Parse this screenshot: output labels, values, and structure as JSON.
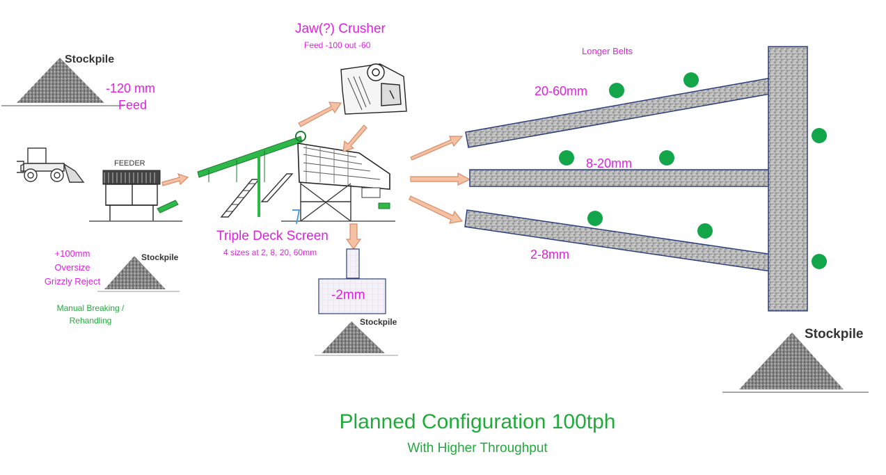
{
  "colors": {
    "magenta": "#e020e0",
    "green": "#1faa3a",
    "arrow_fill": "#f4c1a4",
    "arrow_stroke": "#d98a66",
    "belt_border": "#2a3f7a",
    "dot": "#12a54a",
    "machine_green": "#2fb84a"
  },
  "stockpiles": {
    "feed": "Stockpile",
    "oversize": "Stockpile",
    "fines": "Stockpile",
    "product": "Stockpile"
  },
  "feed": {
    "size": "-120 mm",
    "label": "Feed"
  },
  "feeder": {
    "label": "FEEDER"
  },
  "crusher": {
    "title": "Jaw(?) Crusher",
    "subtitle": "Feed -100 out -60"
  },
  "screen": {
    "title": "Triple Deck Screen",
    "subtitle": "4 sizes at 2, 8, 20, 60mm"
  },
  "oversize": {
    "line1": "+100mm",
    "line2": "Oversize",
    "line3": "Grizzly Reject",
    "note1": "Manual Breaking /",
    "note2": "Rehandling"
  },
  "fines": {
    "label": "-2mm"
  },
  "belts": {
    "note": "Longer Belts",
    "items": [
      {
        "label": "20-60mm"
      },
      {
        "label": "8-20mm"
      },
      {
        "label": "2-8mm"
      }
    ]
  },
  "footer": {
    "title": "Planned Configuration 100tph",
    "subtitle": "With Higher Throughput"
  }
}
